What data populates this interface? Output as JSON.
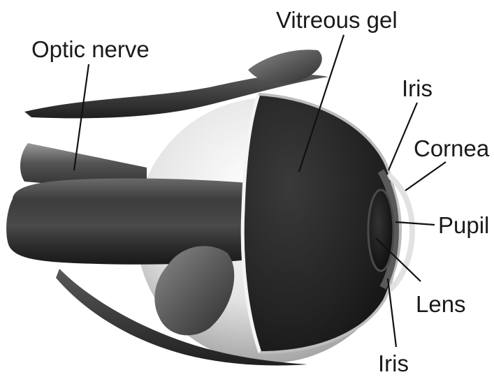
{
  "labels": {
    "optic_nerve": "Optic nerve",
    "vitreous_gel": "Vitreous gel",
    "iris_top": "Iris",
    "cornea": "Cornea",
    "pupil": "Pupil",
    "lens": "Lens",
    "iris_bottom": "Iris"
  },
  "colors": {
    "background": "#ffffff",
    "label_text": "#1a1a1a",
    "leader_line": "#111111",
    "interior": "#202020",
    "sclera_light": "#f2f2f2",
    "sclera_shade": "#9a9a9a",
    "muscle": "#3a3a3a",
    "cornea": "#e8e8e8"
  }
}
